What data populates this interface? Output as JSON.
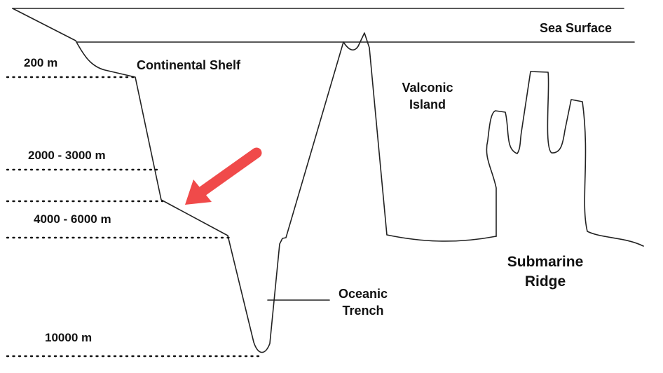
{
  "labels": {
    "sea_surface": "Sea Surface",
    "continental_shelf": "Continental Shelf",
    "volcanic_island_line1": "Valconic",
    "volcanic_island_line2": "Island",
    "submarine_ridge_line1": "Submarine",
    "submarine_ridge_line2": "Ridge",
    "oceanic_trench_line1": "Oceanic",
    "oceanic_trench_line2": "Trench"
  },
  "depth_markers": {
    "d200": "200 m",
    "d2000": "2000 - 3000 m",
    "d4000": "4000 - 6000 m",
    "d10000": "10000 m"
  },
  "colors": {
    "arrow": "#f04a4a",
    "outline": "#222222"
  },
  "icons": {
    "pointer": "red-arrow-icon"
  }
}
